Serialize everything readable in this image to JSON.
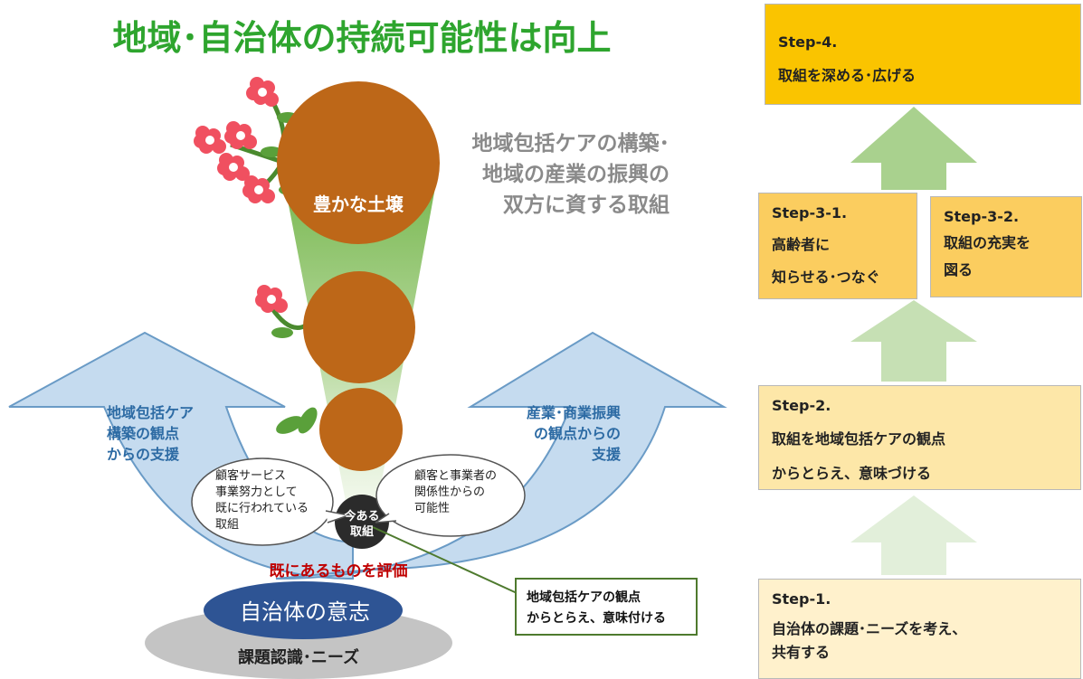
{
  "title": "地域･自治体の持続可能性は向上",
  "top_caption": [
    "地域包括ケアの構築･",
    "地域の産業の振興の",
    "双方に資する取組"
  ],
  "soil_label": "豊かな土壌",
  "left_arrow": [
    "地域包括ケア",
    "構築の観点",
    "からの支援"
  ],
  "right_arrow": [
    "産業･商業振興",
    "の観点からの",
    "支援"
  ],
  "left_bubble": [
    "顧客サービス",
    "事業努力として",
    "既に行われている",
    "取組"
  ],
  "right_bubble": [
    "顧客と事業者の",
    "関係性からの",
    "可能性"
  ],
  "center_circle": [
    "今ある",
    "取組"
  ],
  "evaluate_text": "既にあるものを評価",
  "will_text": "自治体の意志",
  "base_text": "課題認識･ニーズ",
  "callout": [
    "地域包括ケアの観点",
    "からとらえ、意味付ける"
  ],
  "steps": {
    "step4": [
      "Step-4.",
      "取組を深める･広げる"
    ],
    "step31": [
      "Step-3-1.",
      "高齢者に",
      "知らせる･つなぐ"
    ],
    "step32": [
      "Step-3-2.",
      "取組の充実を",
      "図る"
    ],
    "step2": [
      "Step-2.",
      "取組を地域包括ケアの観点",
      "からとらえ、意味づける"
    ],
    "step1": [
      "Step-1.",
      "自治体の課題･ニーズを考え、",
      "共有する"
    ]
  },
  "colors": {
    "title": "#2ea52e",
    "caption": "#8a8a8a",
    "circle": "#bd6718",
    "arrow_fill": "#c5dbef",
    "arrow_stroke": "#6a9bc6",
    "arrow_text": "#2d6ba4",
    "ellipse_blue": "#2e5494",
    "ellipse_gray": "#c4c4c4",
    "evaluate": "#c00000",
    "step4": "#fac400",
    "step3": "#fbcd5f",
    "step2": "#fde7a8",
    "step1": "#fff1cc",
    "arrow_dark": "#a9d18e",
    "arrow_mid": "#c6e0b4",
    "arrow_light": "#e2efda"
  }
}
